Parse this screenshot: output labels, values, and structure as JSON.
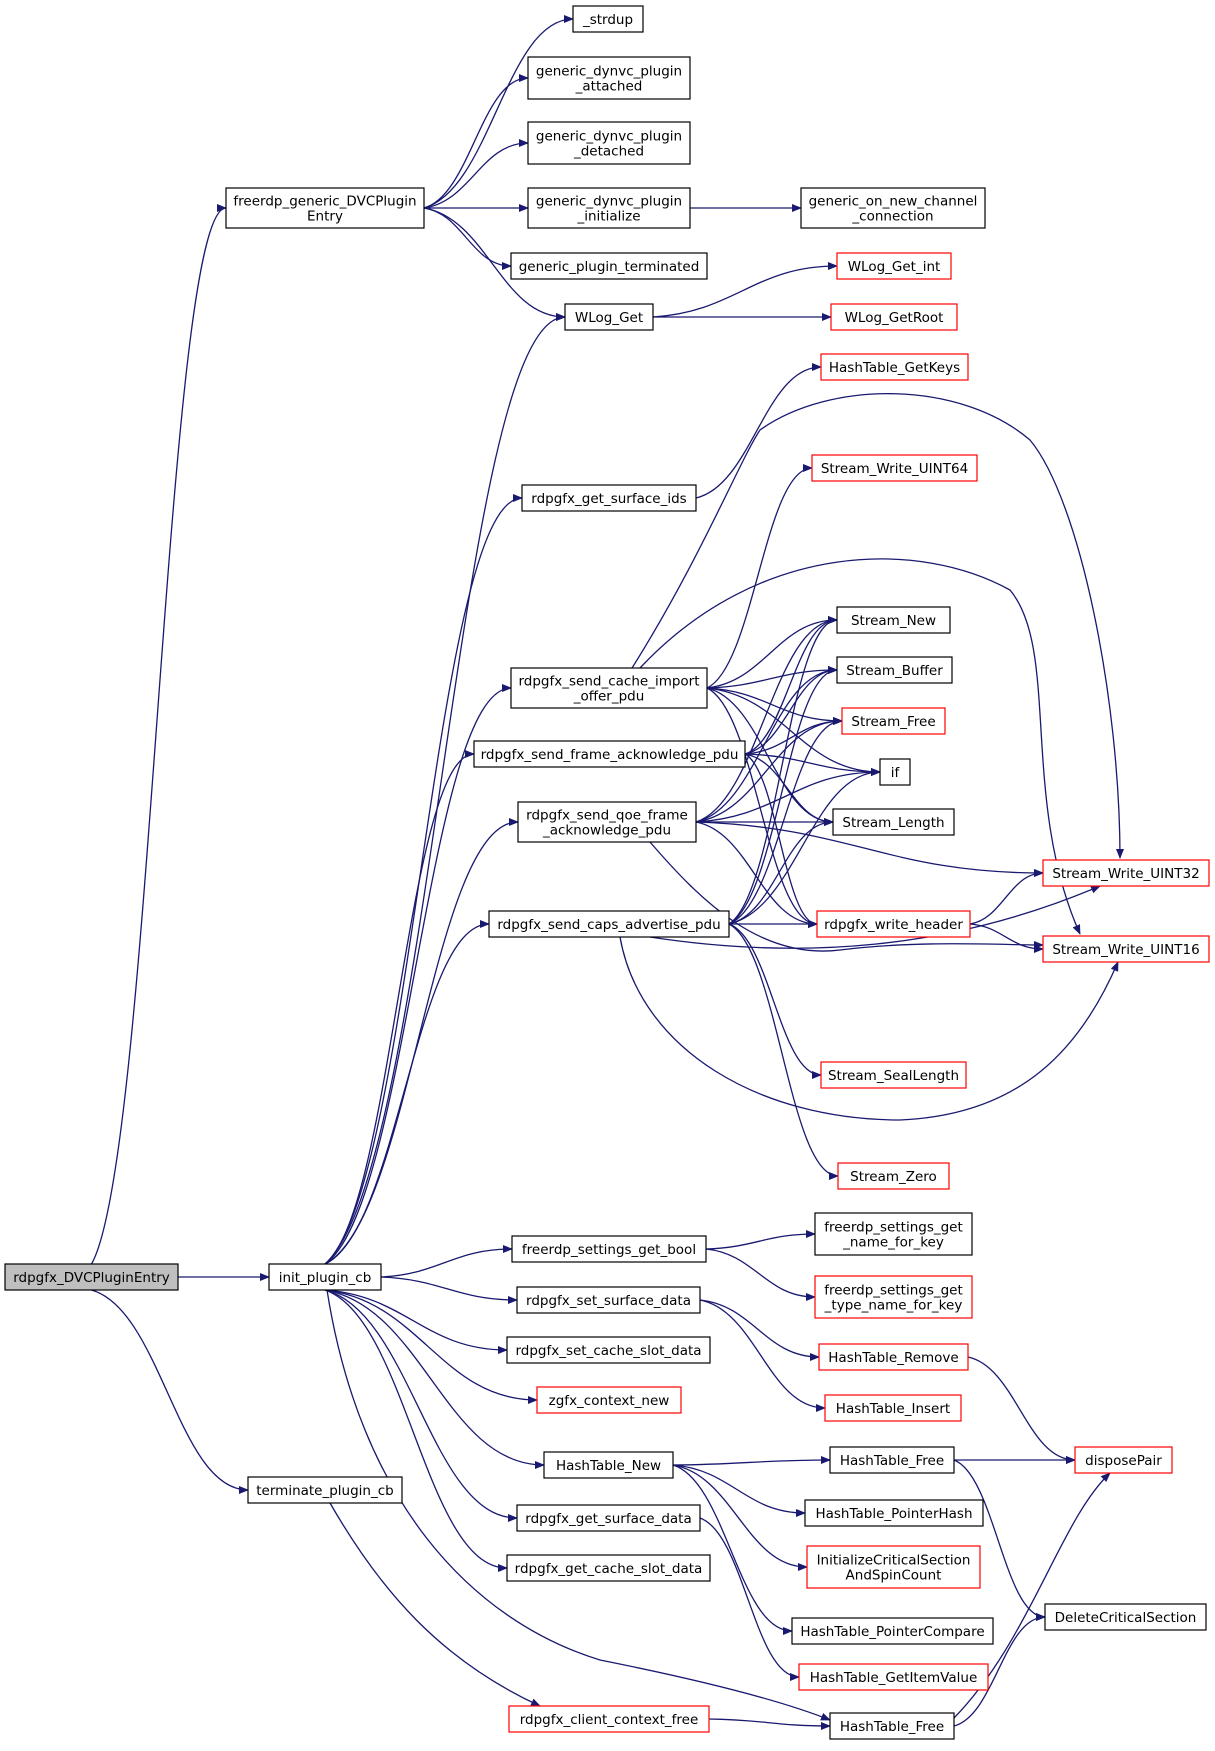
{
  "colors": {
    "edge": "#191970",
    "node_border": "#000000",
    "node_border_external": "#ff0000",
    "node_fill": "#ffffff",
    "root_fill": "#bfbfbf",
    "text": "#000000"
  },
  "nodes": [
    {
      "id": "root",
      "lines": [
        "rdpgfx_DVCPluginEntry"
      ],
      "style": "root"
    },
    {
      "id": "fgdpe",
      "lines": [
        "freerdp_generic_DVCPlugin",
        "Entry"
      ],
      "style": "normal"
    },
    {
      "id": "init",
      "lines": [
        "init_plugin_cb"
      ],
      "style": "normal"
    },
    {
      "id": "term",
      "lines": [
        "terminate_plugin_cb"
      ],
      "style": "normal"
    },
    {
      "id": "strdup",
      "lines": [
        "_strdup"
      ],
      "style": "normal"
    },
    {
      "id": "gdpa",
      "lines": [
        "generic_dynvc_plugin",
        "_attached"
      ],
      "style": "normal"
    },
    {
      "id": "gdpd",
      "lines": [
        "generic_dynvc_plugin",
        "_detached"
      ],
      "style": "normal"
    },
    {
      "id": "gdpi",
      "lines": [
        "generic_dynvc_plugin",
        "_initialize"
      ],
      "style": "normal"
    },
    {
      "id": "gonc",
      "lines": [
        "generic_on_new_channel",
        "_connection"
      ],
      "style": "normal"
    },
    {
      "id": "gpt",
      "lines": [
        "generic_plugin_terminated"
      ],
      "style": "normal"
    },
    {
      "id": "wlg",
      "lines": [
        "WLog_Get"
      ],
      "style": "normal"
    },
    {
      "id": "wlgi",
      "lines": [
        "WLog_Get_int"
      ],
      "style": "external"
    },
    {
      "id": "wlgr",
      "lines": [
        "WLog_GetRoot"
      ],
      "style": "external"
    },
    {
      "id": "htgk",
      "lines": [
        "HashTable_GetKeys"
      ],
      "style": "external"
    },
    {
      "id": "gsi",
      "lines": [
        "rdpgfx_get_surface_ids"
      ],
      "style": "normal"
    },
    {
      "id": "swu64",
      "lines": [
        "Stream_Write_UINT64"
      ],
      "style": "external"
    },
    {
      "id": "snew",
      "lines": [
        "Stream_New"
      ],
      "style": "normal"
    },
    {
      "id": "sbuf",
      "lines": [
        "Stream_Buffer"
      ],
      "style": "normal"
    },
    {
      "id": "sfree",
      "lines": [
        "Stream_Free"
      ],
      "style": "external"
    },
    {
      "id": "if",
      "lines": [
        "if"
      ],
      "style": "normal"
    },
    {
      "id": "slen",
      "lines": [
        "Stream_Length"
      ],
      "style": "normal"
    },
    {
      "id": "swu32",
      "lines": [
        "Stream_Write_UINT32"
      ],
      "style": "external"
    },
    {
      "id": "rwh",
      "lines": [
        "rdpgfx_write_header"
      ],
      "style": "external"
    },
    {
      "id": "swu16",
      "lines": [
        "Stream_Write_UINT16"
      ],
      "style": "external"
    },
    {
      "id": "scio",
      "lines": [
        "rdpgfx_send_cache_import",
        "_offer_pdu"
      ],
      "style": "normal"
    },
    {
      "id": "sfa",
      "lines": [
        "rdpgfx_send_frame_acknowledge_pdu"
      ],
      "style": "normal"
    },
    {
      "id": "sqfa",
      "lines": [
        "rdpgfx_send_qoe_frame",
        "_acknowledge_pdu"
      ],
      "style": "normal"
    },
    {
      "id": "sca",
      "lines": [
        "rdpgfx_send_caps_advertise_pdu"
      ],
      "style": "normal"
    },
    {
      "id": "ssl",
      "lines": [
        "Stream_SealLength"
      ],
      "style": "external"
    },
    {
      "id": "szero",
      "lines": [
        "Stream_Zero"
      ],
      "style": "external"
    },
    {
      "id": "fsgb",
      "lines": [
        "freerdp_settings_get_bool"
      ],
      "style": "normal"
    },
    {
      "id": "fsgn",
      "lines": [
        "freerdp_settings_get",
        "_name_for_key"
      ],
      "style": "normal"
    },
    {
      "id": "fsgt",
      "lines": [
        "freerdp_settings_get",
        "_type_name_for_key"
      ],
      "style": "external"
    },
    {
      "id": "ssd",
      "lines": [
        "rdpgfx_set_surface_data"
      ],
      "style": "normal"
    },
    {
      "id": "htrem",
      "lines": [
        "HashTable_Remove"
      ],
      "style": "external"
    },
    {
      "id": "scsd",
      "lines": [
        "rdpgfx_set_cache_slot_data"
      ],
      "style": "normal"
    },
    {
      "id": "htins",
      "lines": [
        "HashTable_Insert"
      ],
      "style": "external"
    },
    {
      "id": "zcn",
      "lines": [
        "zgfx_context_new"
      ],
      "style": "external"
    },
    {
      "id": "htnew",
      "lines": [
        "HashTable_New"
      ],
      "style": "normal"
    },
    {
      "id": "htfree1",
      "lines": [
        "HashTable_Free"
      ],
      "style": "normal"
    },
    {
      "id": "dpair",
      "lines": [
        "disposePair"
      ],
      "style": "external"
    },
    {
      "id": "htph",
      "lines": [
        "HashTable_PointerHash"
      ],
      "style": "normal"
    },
    {
      "id": "gsd",
      "lines": [
        "rdpgfx_get_surface_data"
      ],
      "style": "normal"
    },
    {
      "id": "icsasc",
      "lines": [
        "InitializeCriticalSection",
        "AndSpinCount"
      ],
      "style": "external"
    },
    {
      "id": "gcsd",
      "lines": [
        "rdpgfx_get_cache_slot_data"
      ],
      "style": "normal"
    },
    {
      "id": "dcs",
      "lines": [
        "DeleteCriticalSection"
      ],
      "style": "normal"
    },
    {
      "id": "htpc",
      "lines": [
        "HashTable_PointerCompare"
      ],
      "style": "normal"
    },
    {
      "id": "htgiv",
      "lines": [
        "HashTable_GetItemValue"
      ],
      "style": "external"
    },
    {
      "id": "rccf",
      "lines": [
        "rdpgfx_client_context_free"
      ],
      "style": "external"
    },
    {
      "id": "htfree2",
      "lines": [
        "HashTable_Free"
      ],
      "style": "normal"
    }
  ],
  "edges": [
    [
      "root",
      "fgdpe"
    ],
    [
      "root",
      "init"
    ],
    [
      "root",
      "term"
    ],
    [
      "fgdpe",
      "strdup"
    ],
    [
      "fgdpe",
      "gdpa"
    ],
    [
      "fgdpe",
      "gdpd"
    ],
    [
      "fgdpe",
      "gdpi"
    ],
    [
      "fgdpe",
      "gpt"
    ],
    [
      "fgdpe",
      "wlg"
    ],
    [
      "gdpi",
      "gonc"
    ],
    [
      "wlg",
      "wlgi"
    ],
    [
      "wlg",
      "wlgr"
    ],
    [
      "init",
      "wlg"
    ],
    [
      "init",
      "gsi"
    ],
    [
      "init",
      "scio"
    ],
    [
      "init",
      "sfa"
    ],
    [
      "init",
      "sqfa"
    ],
    [
      "init",
      "sca"
    ],
    [
      "init",
      "fsgb"
    ],
    [
      "init",
      "ssd"
    ],
    [
      "init",
      "scsd"
    ],
    [
      "init",
      "zcn"
    ],
    [
      "init",
      "htnew"
    ],
    [
      "init",
      "gsd"
    ],
    [
      "init",
      "gcsd"
    ],
    [
      "init",
      "htfree2"
    ],
    [
      "gsi",
      "htgk"
    ],
    [
      "scio",
      "swu64"
    ],
    [
      "scio",
      "snew"
    ],
    [
      "scio",
      "sbuf"
    ],
    [
      "scio",
      "sfree"
    ],
    [
      "scio",
      "if"
    ],
    [
      "scio",
      "slen"
    ],
    [
      "scio",
      "swu32"
    ],
    [
      "scio",
      "rwh"
    ],
    [
      "scio",
      "swu16"
    ],
    [
      "sfa",
      "snew"
    ],
    [
      "sfa",
      "sbuf"
    ],
    [
      "sfa",
      "sfree"
    ],
    [
      "sfa",
      "if"
    ],
    [
      "sfa",
      "slen"
    ],
    [
      "sfa",
      "rwh"
    ],
    [
      "sqfa",
      "snew"
    ],
    [
      "sqfa",
      "sbuf"
    ],
    [
      "sqfa",
      "sfree"
    ],
    [
      "sqfa",
      "if"
    ],
    [
      "sqfa",
      "slen"
    ],
    [
      "sqfa",
      "swu32"
    ],
    [
      "sqfa",
      "rwh"
    ],
    [
      "sqfa",
      "swu16"
    ],
    [
      "sca",
      "snew"
    ],
    [
      "sca",
      "sbuf"
    ],
    [
      "sca",
      "sfree"
    ],
    [
      "sca",
      "if"
    ],
    [
      "sca",
      "slen"
    ],
    [
      "sca",
      "swu32"
    ],
    [
      "sca",
      "rwh"
    ],
    [
      "sca",
      "swu16"
    ],
    [
      "sca",
      "ssl"
    ],
    [
      "sca",
      "szero"
    ],
    [
      "rwh",
      "swu32"
    ],
    [
      "rwh",
      "swu16"
    ],
    [
      "fsgb",
      "fsgn"
    ],
    [
      "fsgb",
      "fsgt"
    ],
    [
      "ssd",
      "htrem"
    ],
    [
      "ssd",
      "htins"
    ],
    [
      "htrem",
      "dpair"
    ],
    [
      "htnew",
      "htfree1"
    ],
    [
      "htnew",
      "htph"
    ],
    [
      "htnew",
      "icsasc"
    ],
    [
      "htnew",
      "htpc"
    ],
    [
      "htfree1",
      "dpair"
    ],
    [
      "htfree1",
      "dcs"
    ],
    [
      "gsd",
      "htgiv"
    ],
    [
      "term",
      "rccf"
    ],
    [
      "rccf",
      "htfree2"
    ],
    [
      "htfree2",
      "dpair"
    ],
    [
      "htfree2",
      "dcs"
    ]
  ]
}
